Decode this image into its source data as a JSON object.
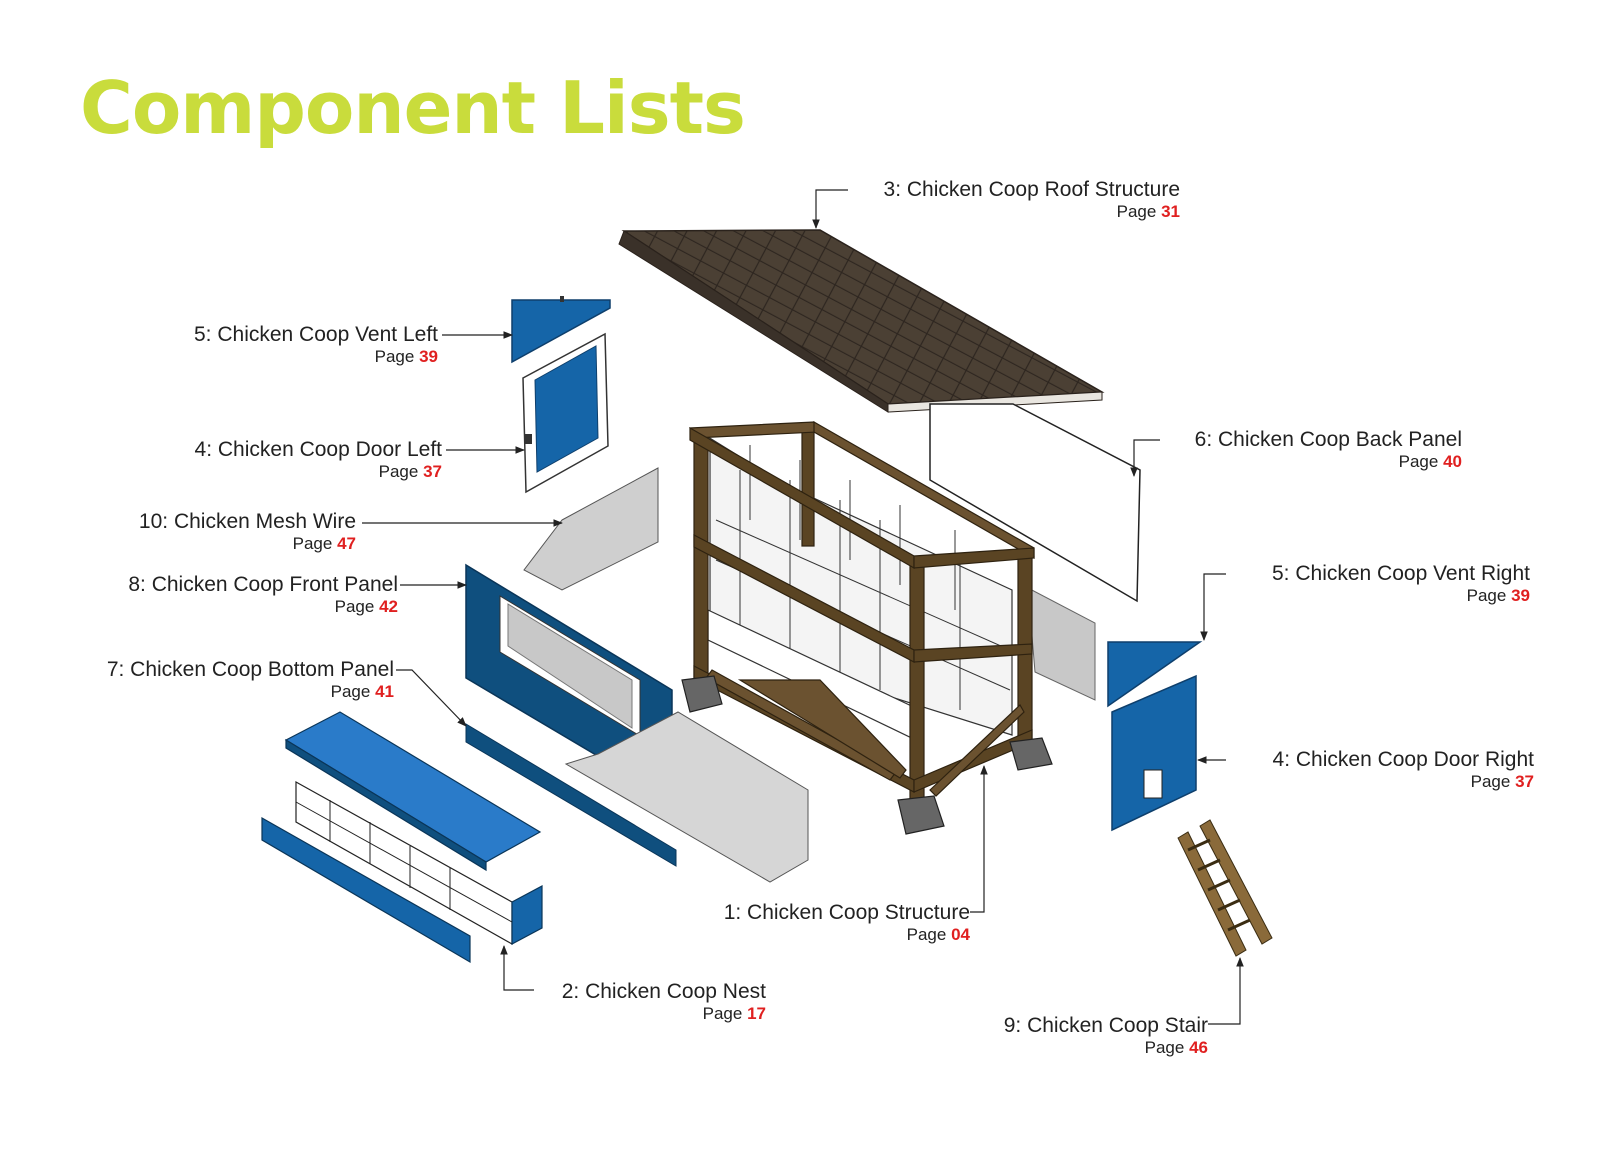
{
  "title": "Component Lists",
  "page_prefix": "Page",
  "colors": {
    "title": "#c9dc3c",
    "page_number": "#e02020",
    "panel_blue": "#1565a8",
    "wood": "#5a4423",
    "roof": "#4a3f33"
  },
  "components": [
    {
      "key": "roof",
      "label": "3: Chicken Coop Roof Structure",
      "page": "31"
    },
    {
      "key": "vent-left",
      "label": "5: Chicken Coop Vent Left",
      "page": "39"
    },
    {
      "key": "door-left",
      "label": "4: Chicken Coop Door Left",
      "page": "37"
    },
    {
      "key": "mesh-wire",
      "label": "10: Chicken Mesh Wire",
      "page": "47"
    },
    {
      "key": "front-panel",
      "label": "8: Chicken Coop Front Panel",
      "page": "42"
    },
    {
      "key": "bottom-panel",
      "label": "7: Chicken Coop Bottom Panel",
      "page": "41"
    },
    {
      "key": "back-panel",
      "label": "6: Chicken Coop Back Panel",
      "page": "40"
    },
    {
      "key": "vent-right",
      "label": "5: Chicken Coop Vent Right",
      "page": "39"
    },
    {
      "key": "door-right",
      "label": "4: Chicken Coop Door Right",
      "page": "37"
    },
    {
      "key": "structure",
      "label": "1: Chicken Coop Structure",
      "page": "04"
    },
    {
      "key": "nest",
      "label": "2: Chicken Coop Nest",
      "page": "17"
    },
    {
      "key": "stair",
      "label": "9: Chicken Coop Stair",
      "page": "46"
    }
  ]
}
